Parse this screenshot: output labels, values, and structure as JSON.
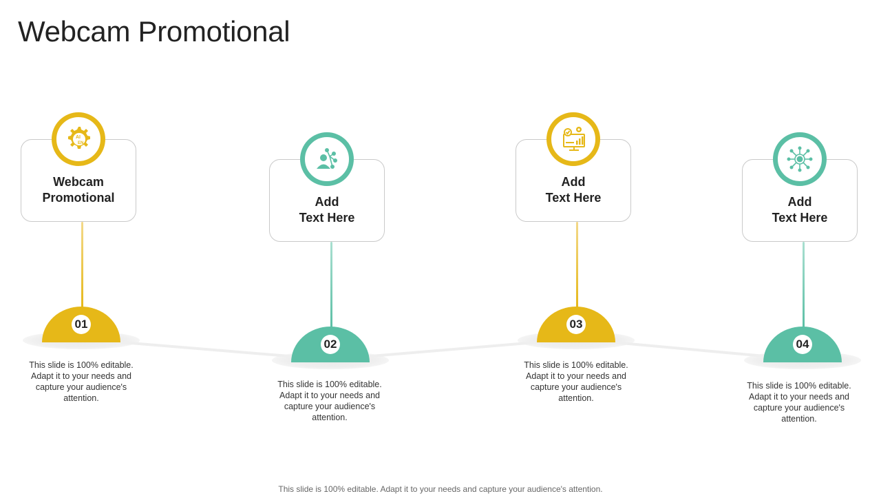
{
  "title": "Webcam Promotional",
  "colors": {
    "yellow": "#e6b818",
    "teal": "#5bbfa5",
    "card_border": "#c9c9c9"
  },
  "steps": [
    {
      "number": "01",
      "label": "Webcam\nPromotional",
      "icon": "gear-ai-icon",
      "color": "yellow",
      "description": "This slide is 100% editable. Adapt it to your needs and capture your audience's attention."
    },
    {
      "number": "02",
      "label": "Add\nText Here",
      "icon": "person-network-icon",
      "color": "teal",
      "description": "This slide is 100% editable. Adapt it to your needs and capture your audience's attention."
    },
    {
      "number": "03",
      "label": "Add\nText Here",
      "icon": "monitor-chart-gear-icon",
      "color": "yellow",
      "description": "This slide is 100% editable. Adapt it to your needs and capture your audience's attention."
    },
    {
      "number": "04",
      "label": "Add\nText Here",
      "icon": "network-globe-icon",
      "color": "teal",
      "description": "This slide is 100% editable. Adapt it to your needs and capture your audience's attention."
    }
  ],
  "footer": "This slide is 100% editable. Adapt it to your needs and capture your audience's attention."
}
